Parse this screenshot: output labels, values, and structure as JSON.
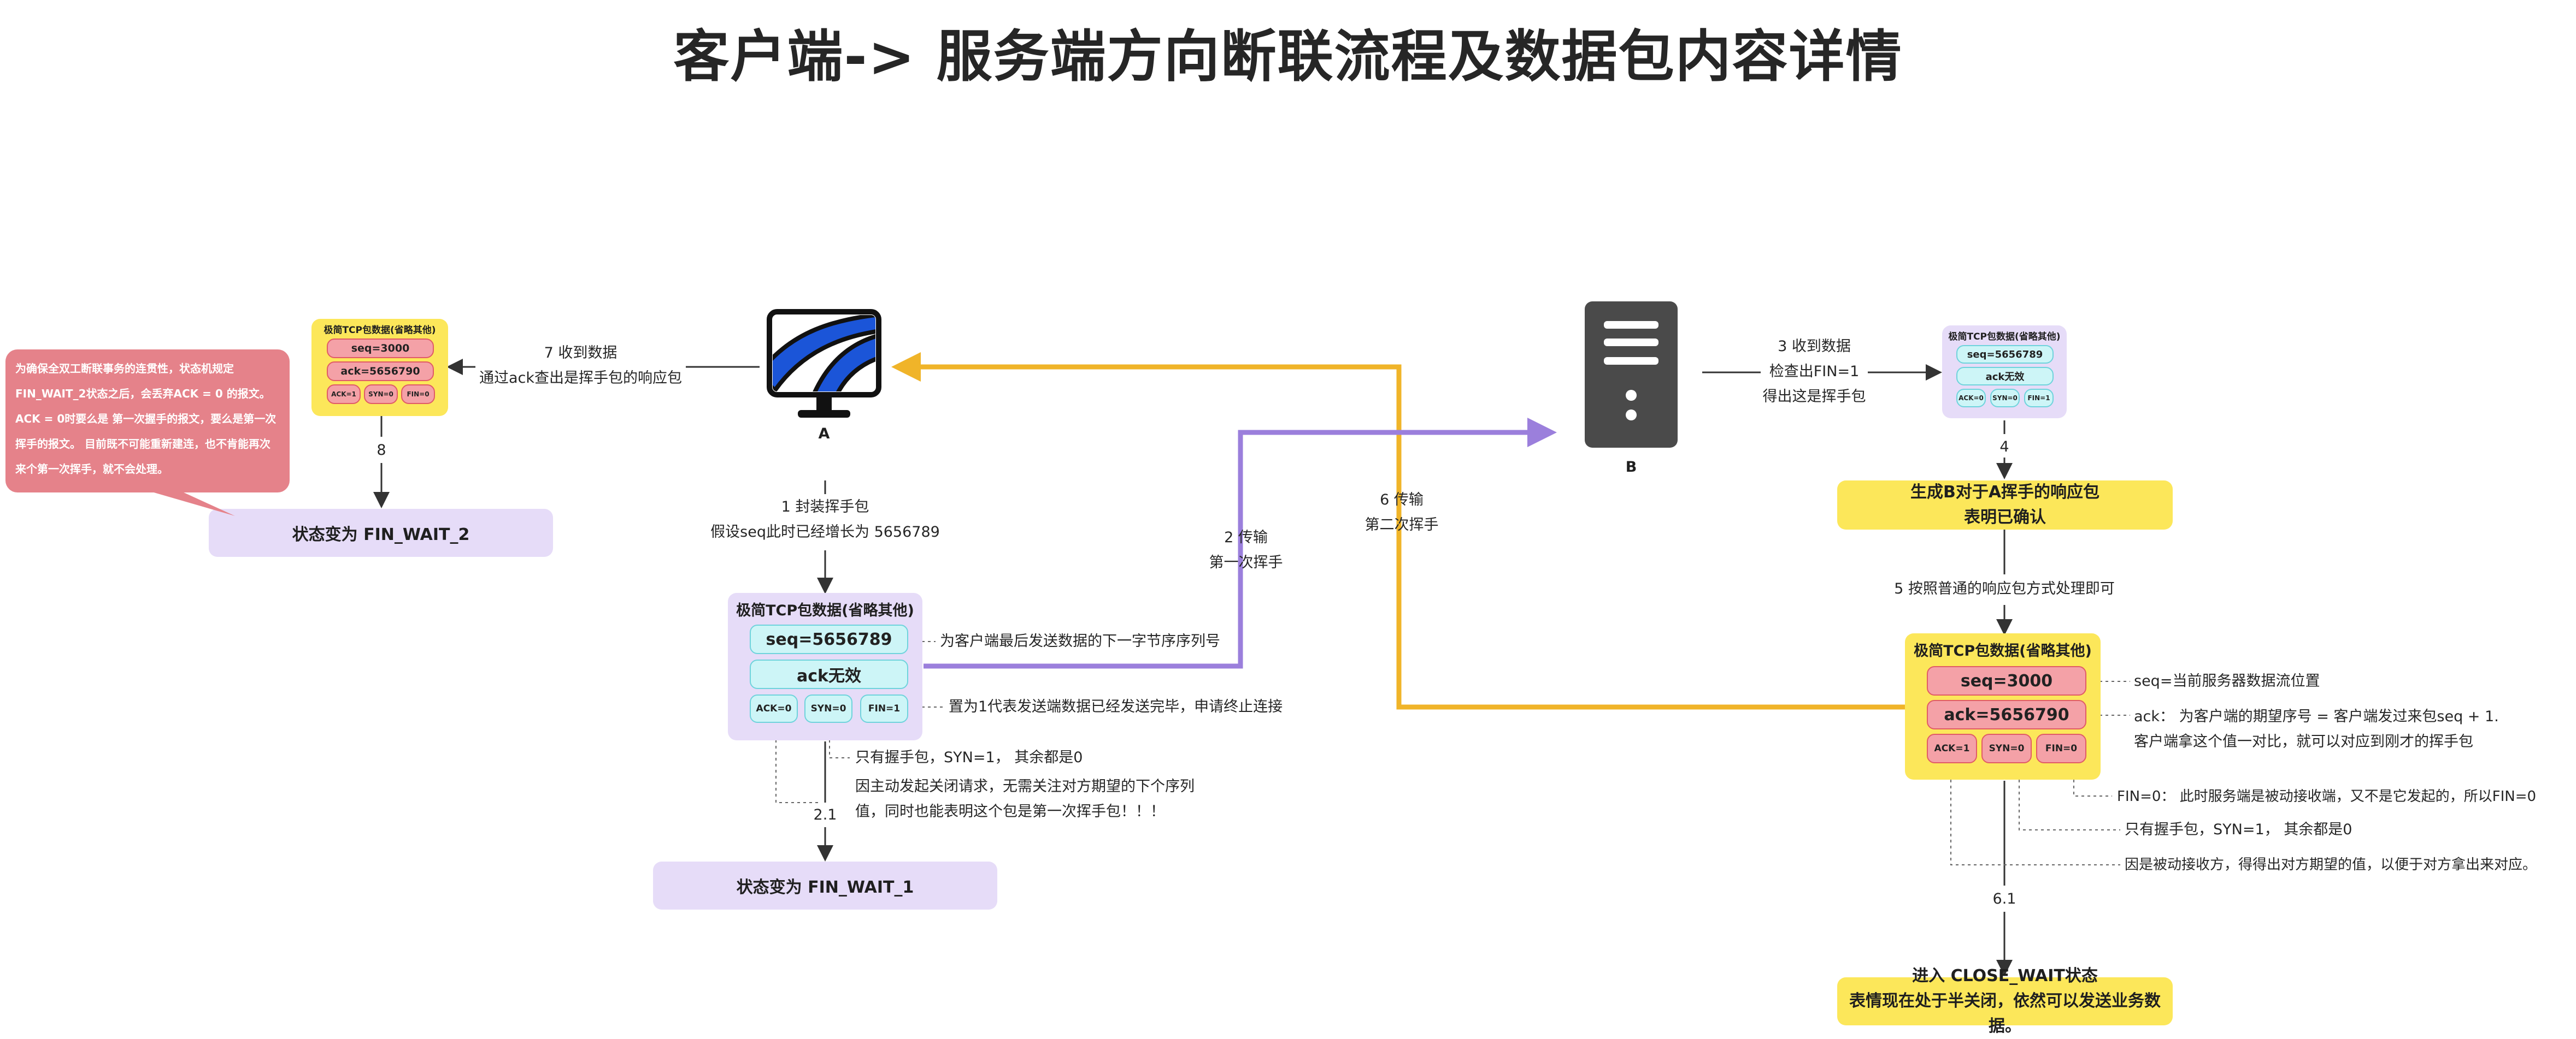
{
  "title": "客户端-> 服务端方向断联流程及数据包内容详情",
  "nodes": {
    "client_label": "A",
    "server_label": "B"
  },
  "steps": {
    "s1": [
      "1 封装挥手包",
      "假设seq此时已经增长为 5656789"
    ],
    "s2": [
      "2 传输",
      "第一次挥手"
    ],
    "s3": [
      "3 收到数据",
      "检查出FIN=1",
      "得出这是挥手包"
    ],
    "s4": "4",
    "s4_box": [
      "生成B对于A挥手的响应包",
      "表明已确认"
    ],
    "s5": "5 按照普通的响应包方式处理即可",
    "s6": [
      "6 传输",
      "第二次挥手"
    ],
    "s61": "6.1",
    "s61_box": [
      "进入 CLOSE_WAIT状态",
      "表情现在处于半关闭，依然可以发送业务数据。"
    ],
    "s7": [
      "7 收到数据",
      "通过ack查出是挥手包的响应包"
    ],
    "s8": "8",
    "s21": "2.1"
  },
  "packets": {
    "client": {
      "title": "极简TCP包数据(省略其他)",
      "seq": "seq=5656789",
      "ack": "ack无效",
      "flags": [
        "ACK=0",
        "SYN=0",
        "FIN=1"
      ]
    },
    "server_small": {
      "title": "极简TCP包数据(省略其他)",
      "seq": "seq=5656789",
      "ack": "ack无效",
      "flags": [
        "ACK=0",
        "SYN=0",
        "FIN=1"
      ]
    },
    "server": {
      "title": "极简TCP包数据(省略其他)",
      "seq": "seq=3000",
      "ack": "ack=5656790",
      "flags": [
        "ACK=1",
        "SYN=0",
        "FIN=0"
      ]
    },
    "client_small": {
      "title": "极简TCP包数据(省略其他)",
      "seq": "seq=3000",
      "ack": "ack=5656790",
      "flags": [
        "ACK=1",
        "SYN=0",
        "FIN=0"
      ]
    }
  },
  "states": {
    "fin_wait_1": "状态变为 FIN_WAIT_1",
    "fin_wait_2": "状态变为 FIN_WAIT_2"
  },
  "annotations": {
    "client_seq": "为客户端最后发送数据的下一字节序序列号",
    "client_fin": "置为1代表发送端数据已经发送完毕，申请终止连接",
    "client_syn": "只有握手包，SYN=1， 其余都是0",
    "client_ack": [
      "因主动发起关闭请求，无需关注对方期望的下个序列",
      "值，同时也能表明这个包是第一次挥手包！！！"
    ],
    "server_seq": "seq=当前服务器数据流位置",
    "server_ack": [
      "ack： 为客户端的期望序号 = 客户端发过来包seq + 1.",
      "客户端拿这个值一对比，就可以对应到刚才的挥手包"
    ],
    "server_fin": "FIN=0： 此时服务端是被动接收端，又不是它发起的，所以FIN=0",
    "server_syn": "只有握手包，SYN=1， 其余都是0",
    "server_ackflag": "因是被动接收方，得得出对方期望的值，以便于对方拿出来对应。"
  },
  "callout": "为确保全双工断联事务的连贯性，状态机规定FIN_WAIT_2状态之后，会丢弃ACK = 0 的报文。ACK = 0时要么是 第一次握手的报文，要么是第一次挥手的报文。 目前既不可能重新建连，也不肯能再次来个第一次挥手，就不会处理。",
  "colors": {
    "yellow_line": "#f0b429",
    "purple_line": "#9b7fdc",
    "packet_purple_bg": "#e6dcf8",
    "packet_yellow_bg": "#fce75a",
    "field_cyan": "#cdf5f7",
    "field_pink": "#f4a1a7",
    "callout_red": "#e5828a"
  },
  "icons": {
    "client": "monitor-icon",
    "server": "server-icon"
  }
}
